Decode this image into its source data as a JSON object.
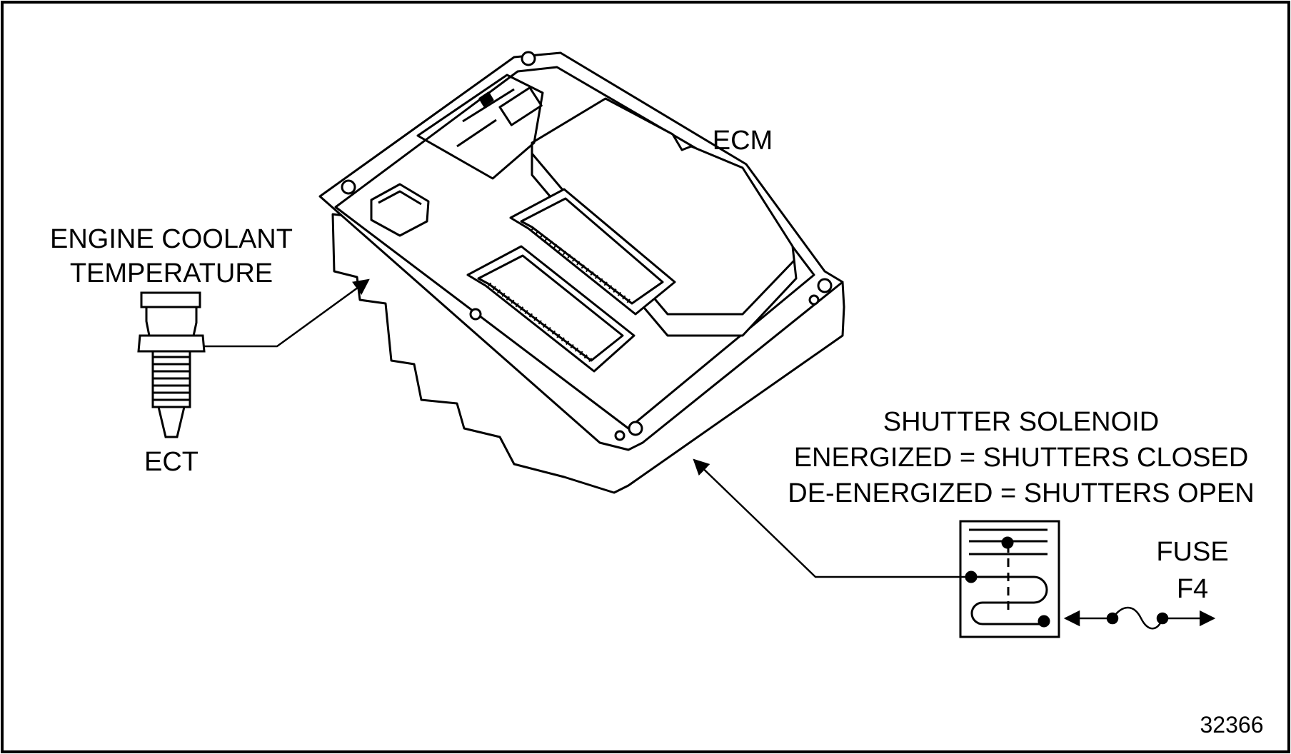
{
  "labels": {
    "ecm": "ECM",
    "ect_title_line1": "ENGINE COOLANT",
    "ect_title_line2": "TEMPERATURE",
    "ect_short": "ECT",
    "solenoid_line1": "SHUTTER SOLENOID",
    "solenoid_line2": "ENERGIZED = SHUTTERS CLOSED",
    "solenoid_line3": "DE-ENERGIZED = SHUTTERS OPEN",
    "fuse_line1": "FUSE",
    "fuse_line2": "F4",
    "figure_number": "32366"
  },
  "colors": {
    "ink": "#000000",
    "background": "#ffffff"
  }
}
